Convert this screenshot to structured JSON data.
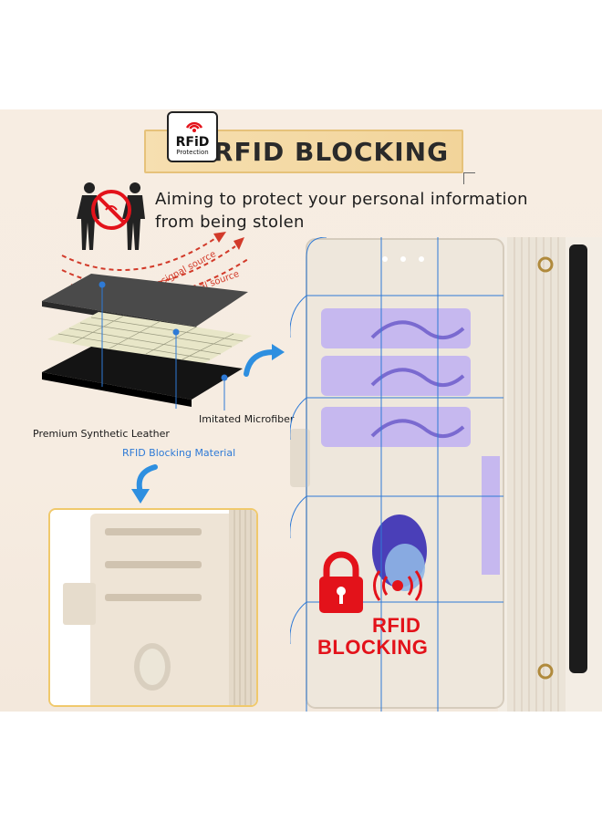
{
  "banner": {
    "title": "RFID BLOCKING",
    "badge_title": "RFiD",
    "badge_subtitle": "Protection"
  },
  "tagline": {
    "line1": "Aiming to protect your personal information",
    "line2": "from being stolen"
  },
  "signal_labels": [
    "signal source",
    "signal source"
  ],
  "layer_labels": {
    "leather": "Premium Synthetic Leather",
    "microfiber": "Imitated Microfiber",
    "rfid_material": "RFID Blocking Material"
  },
  "rfid_mark": {
    "line1": "RFID",
    "line2": "BLOCKING"
  },
  "colors": {
    "accent_blue": "#2e7ad6",
    "warning_red": "#e3121a",
    "banner_gold": "#f2d49a",
    "background": "#f7ede2"
  },
  "icons": [
    "rfid-badge-icon",
    "no-signal-icon",
    "padlock-icon",
    "signal-waves-icon"
  ]
}
